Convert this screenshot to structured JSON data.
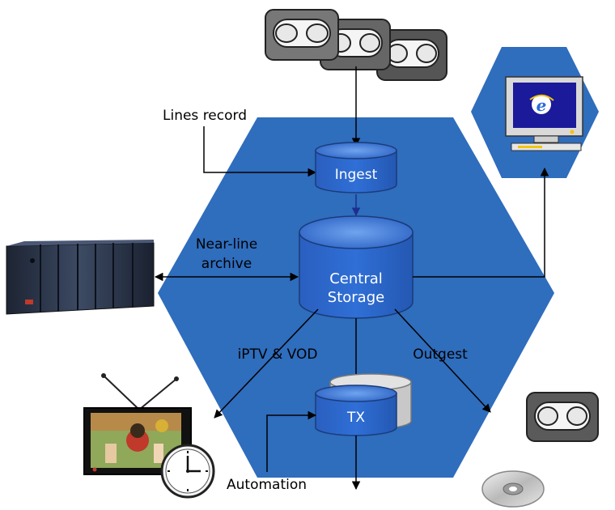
{
  "labels": {
    "lines_record": "Lines record",
    "ingest": "Ingest",
    "near_line_1": "Near-line",
    "near_line_2": "archive",
    "central_1": "Central",
    "central_2": "Storage",
    "iptv": "iPTV & VOD",
    "outgest": "Outgest",
    "tx": "TX",
    "automation": "Automation"
  },
  "colors": {
    "hexagon_main": "#2f6dbd",
    "hexagon_small": "#2f6dbd",
    "cylinder_fill": "#2a62c0",
    "cylinder_top": "#4a86de",
    "gray_cylinder": "#c9c9c9",
    "arrow": "#000000",
    "ingest_arrow": "#1c2f8f"
  },
  "icons": {
    "tapes": "video-tape-icon",
    "monitor": "internet-explorer-monitor-icon",
    "server": "server-rack-icon",
    "tv": "television-icon",
    "clock": "clock-icon",
    "tape_single": "video-tape-icon",
    "disc": "optical-disc-icon"
  }
}
